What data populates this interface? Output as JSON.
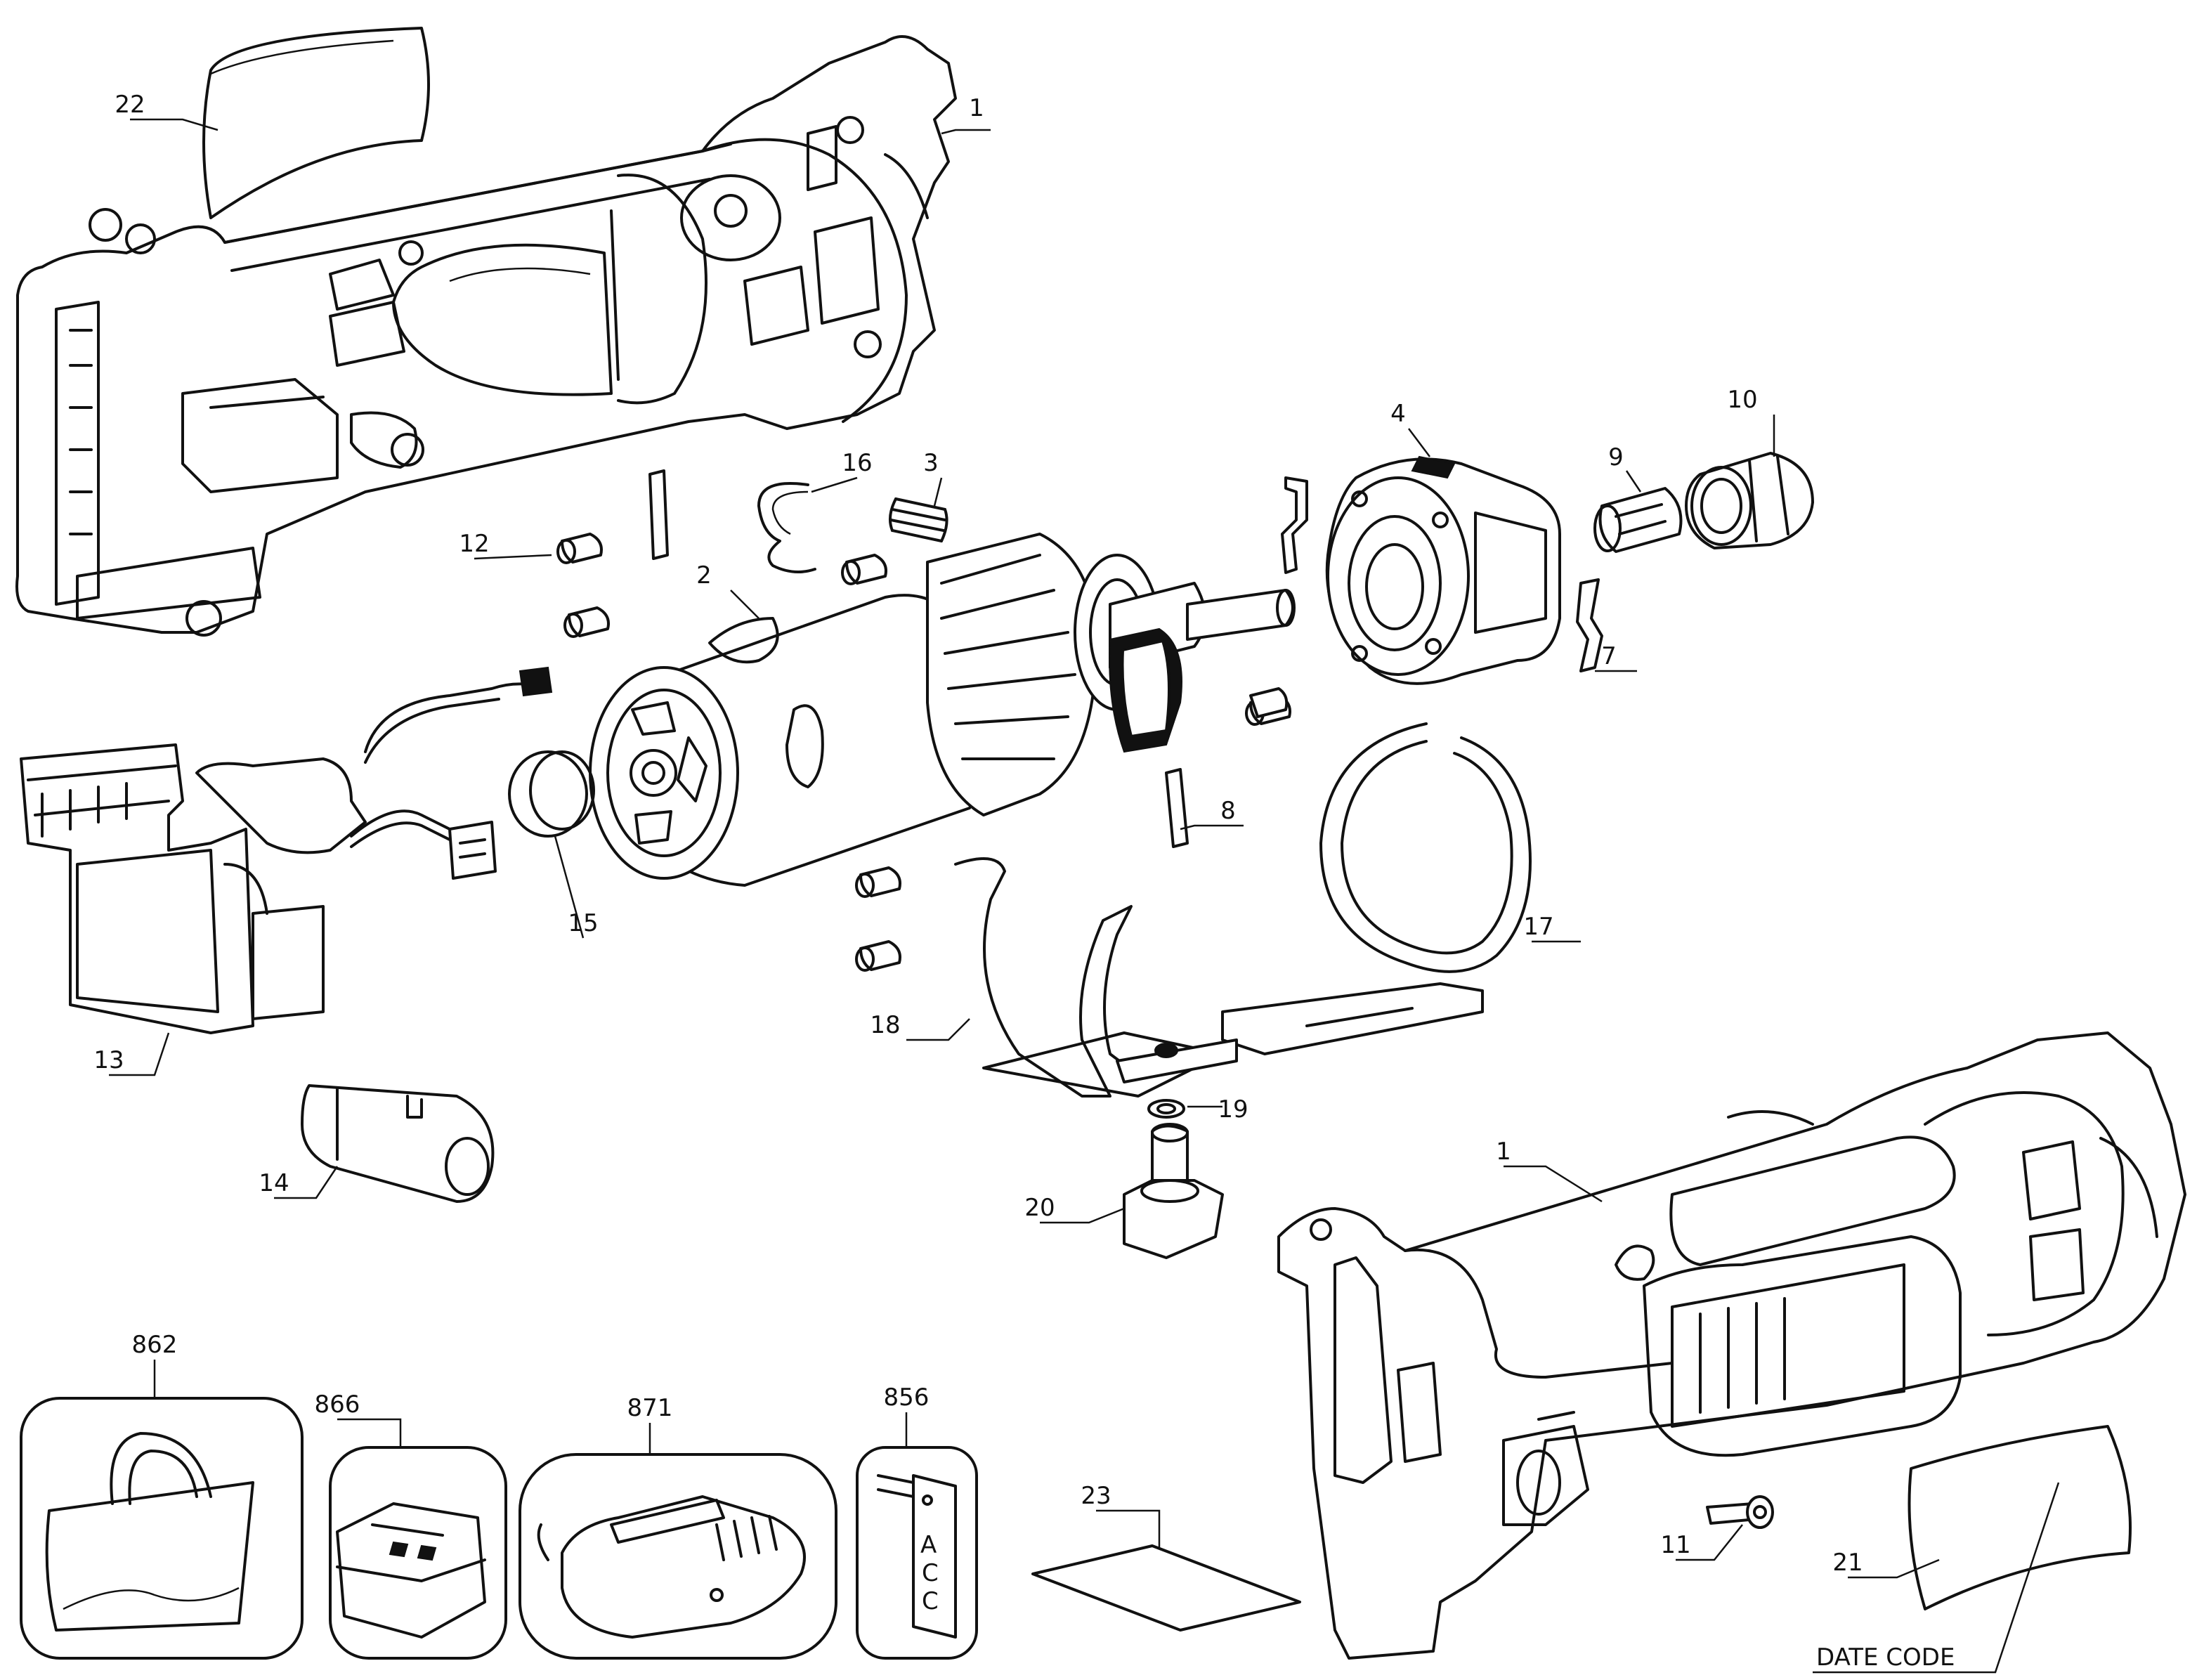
{
  "callouts": [
    {
      "id": "c22",
      "label": "22"
    },
    {
      "id": "c1a",
      "label": "1"
    },
    {
      "id": "c16",
      "label": "16"
    },
    {
      "id": "c3",
      "label": "3"
    },
    {
      "id": "c4",
      "label": "4"
    },
    {
      "id": "c9",
      "label": "9"
    },
    {
      "id": "c10",
      "label": "10"
    },
    {
      "id": "c12",
      "label": "12"
    },
    {
      "id": "c2",
      "label": "2"
    },
    {
      "id": "c7",
      "label": "7"
    },
    {
      "id": "c8",
      "label": "8"
    },
    {
      "id": "c15",
      "label": "15"
    },
    {
      "id": "c17",
      "label": "17"
    },
    {
      "id": "c13",
      "label": "13"
    },
    {
      "id": "c18",
      "label": "18"
    },
    {
      "id": "c19",
      "label": "19"
    },
    {
      "id": "c14",
      "label": "14"
    },
    {
      "id": "c20",
      "label": "20"
    },
    {
      "id": "c1b",
      "label": "1"
    },
    {
      "id": "c862",
      "label": "862"
    },
    {
      "id": "c866",
      "label": "866"
    },
    {
      "id": "c871",
      "label": "871"
    },
    {
      "id": "c856",
      "label": "856"
    },
    {
      "id": "c23",
      "label": "23"
    },
    {
      "id": "c11",
      "label": "11"
    },
    {
      "id": "c21",
      "label": "21"
    }
  ],
  "date_code_label": "DATE CODE",
  "card_856_text": [
    "A",
    "C",
    "C"
  ]
}
